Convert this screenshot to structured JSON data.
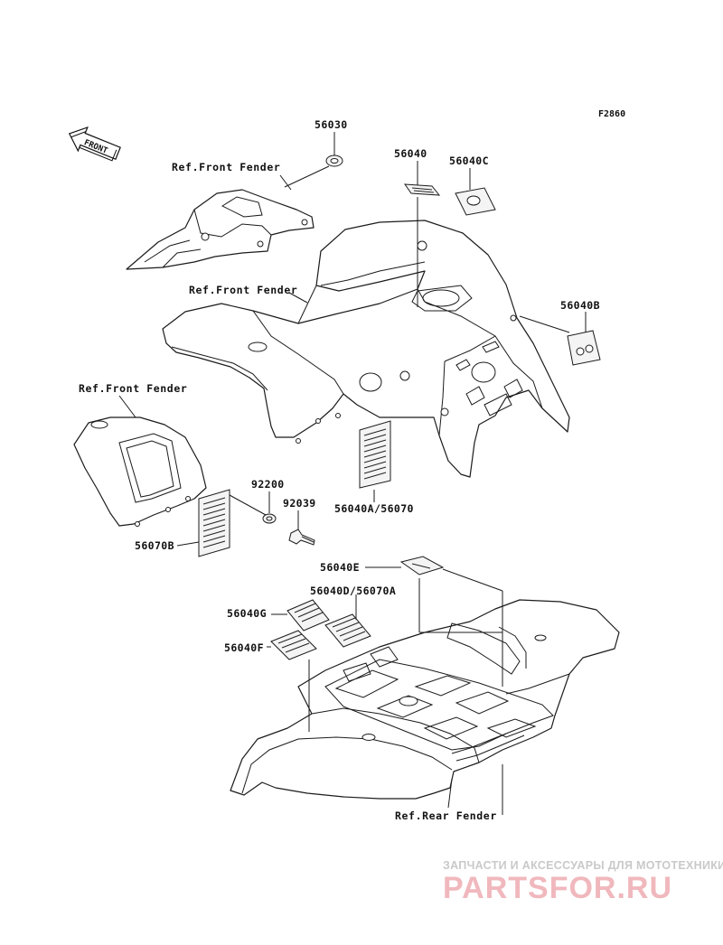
{
  "figure_code": "F2860",
  "front_arrow_label": "FRONT",
  "parts": {
    "p56030": "56030",
    "p56040": "56040",
    "p56040C": "56040C",
    "p56040B": "56040B",
    "p56040A_56070": "56040A/56070",
    "p92200": "92200",
    "p92039": "92039",
    "p56070B": "56070B",
    "p56040E": "56040E",
    "p56040D_56070A": "56040D/56070A",
    "p56040G": "56040G",
    "p56040F": "56040F"
  },
  "references": {
    "front_fender_1": "Ref.Front Fender",
    "front_fender_2": "Ref.Front Fender",
    "front_fender_3": "Ref.Front Fender",
    "rear_fender": "Ref.Rear Fender"
  },
  "watermark": {
    "tagline": "ЗАПЧАСТИ И АКСЕССУАРЫ ДЛЯ МОТОТЕХНИКИ",
    "brand": "PARTSFOR.RU"
  }
}
